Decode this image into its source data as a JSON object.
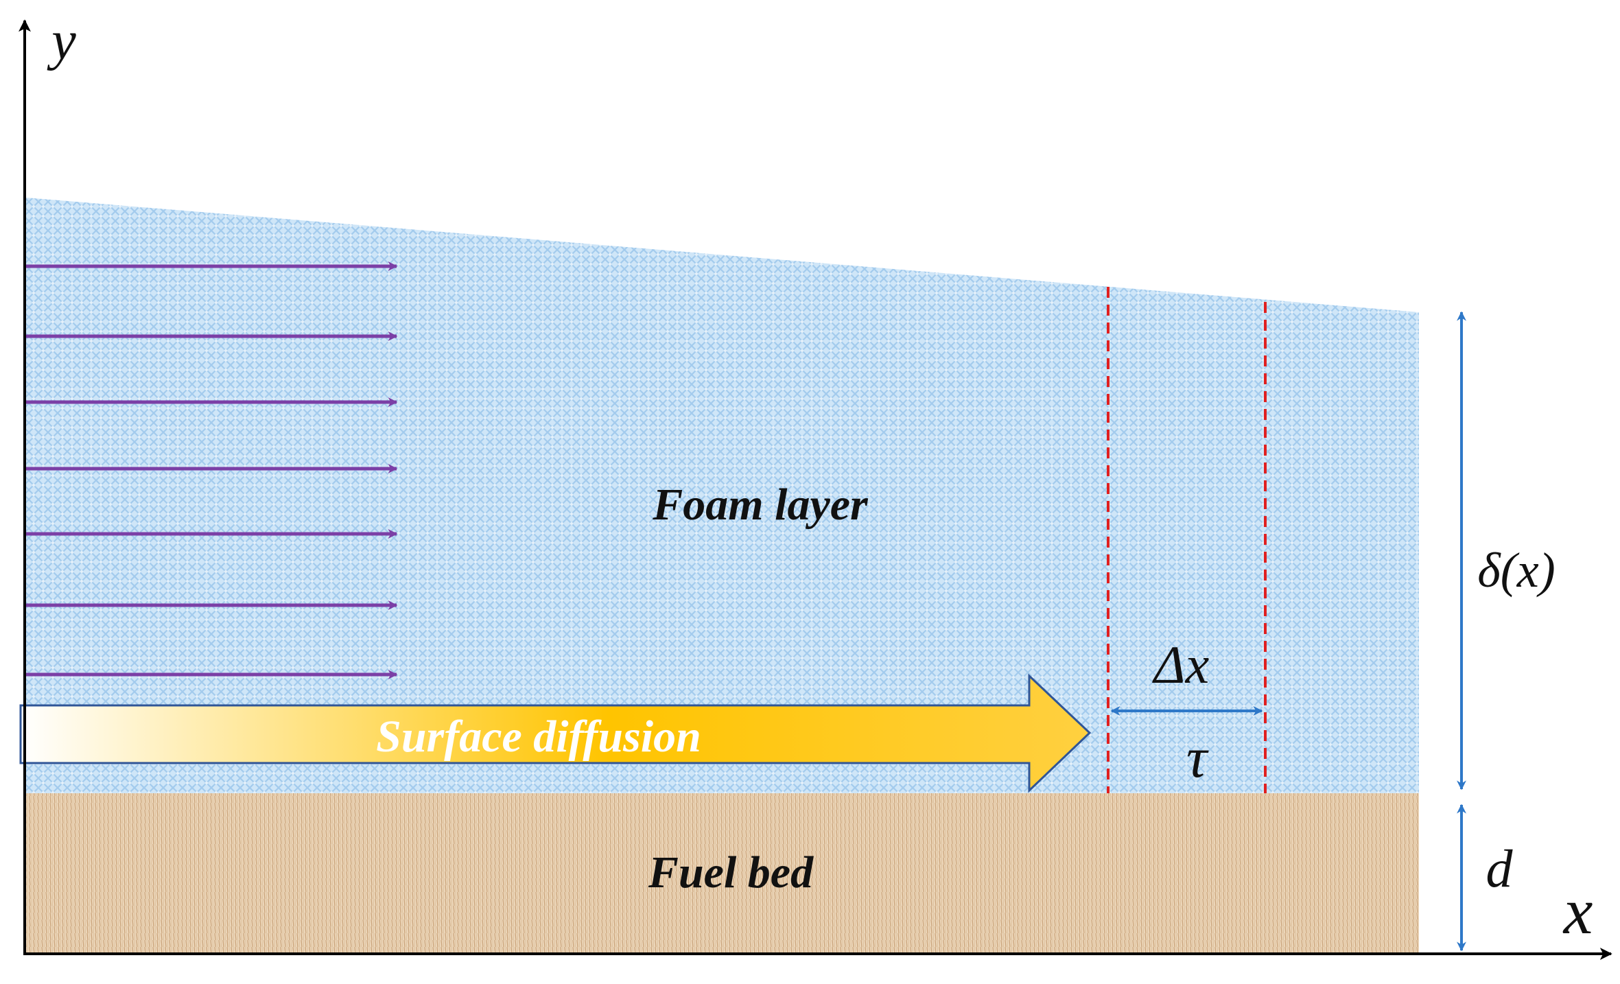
{
  "axes": {
    "x_label": "x",
    "y_label": "y"
  },
  "regions": {
    "foam_layer": "Foam layer",
    "fuel_bed": "Fuel bed"
  },
  "arrow_label": "Surface diffusion",
  "symbols": {
    "delta_x": "Δx",
    "tau": "τ",
    "delta_of_x": "δ(x)",
    "d": "d"
  },
  "colors": {
    "foam": "#c9e3f7",
    "foam_mesh": "#9fc8ec",
    "fuel": "#e8cfb0",
    "fuel_texture": "#cfae86",
    "velocity_arrows": "#7b3fa6",
    "diffusion_start": "#ffffff",
    "diffusion_end": "#ffc400",
    "diffusion_outline": "#2f5597",
    "control_volume": "#e02020",
    "dimension_arrows": "#2e78c8",
    "axes": "#000000"
  }
}
